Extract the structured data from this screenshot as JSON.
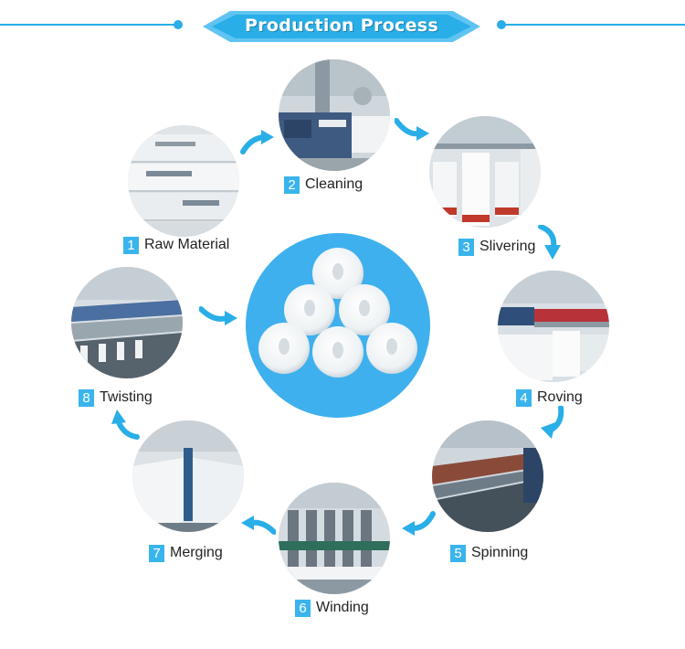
{
  "header": {
    "title": "Production Process"
  },
  "colors": {
    "accent": "#29aee8",
    "badge": "#3ab4ec",
    "center": "#3fb0ee"
  },
  "steps": [
    {
      "number": "1",
      "name": "Raw Material",
      "icon": "cotton-bales-photo"
    },
    {
      "number": "2",
      "name": "Cleaning",
      "icon": "cleaning-machine-photo"
    },
    {
      "number": "3",
      "name": "Slivering",
      "icon": "sliver-cans-photo"
    },
    {
      "number": "4",
      "name": "Roving",
      "icon": "roving-frame-photo"
    },
    {
      "number": "5",
      "name": "Spinning",
      "icon": "spinning-frame-photo"
    },
    {
      "number": "6",
      "name": "Winding",
      "icon": "winding-machine-photo"
    },
    {
      "number": "7",
      "name": "Merging",
      "icon": "merging-machine-photo"
    },
    {
      "number": "8",
      "name": "Twisting",
      "icon": "twisting-frame-photo"
    }
  ]
}
